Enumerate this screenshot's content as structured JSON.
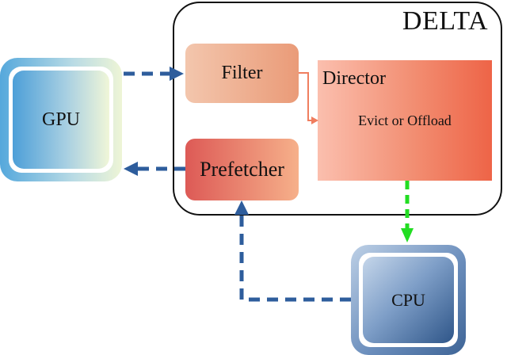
{
  "diagram": {
    "title": "DELTA",
    "nodes": {
      "gpu": "GPU",
      "cpu": "CPU",
      "filter": "Filter",
      "prefetcher": "Prefetcher",
      "director": "Director",
      "director_action": "Evict or Offload"
    },
    "edges": [
      {
        "from": "GPU",
        "to": "Filter",
        "style": "dashed",
        "color": "#2e5d9c"
      },
      {
        "from": "Prefetcher",
        "to": "GPU",
        "style": "dashed",
        "color": "#2e5d9c"
      },
      {
        "from": "Filter",
        "to": "Director",
        "style": "solid",
        "color": "#f07e5f"
      },
      {
        "from": "Director",
        "to": "CPU",
        "style": "dashed",
        "color": "#22dd22"
      },
      {
        "from": "CPU",
        "to": "Prefetcher",
        "style": "dashed",
        "color": "#2e5d9c"
      }
    ]
  },
  "colors": {
    "edge_blue": "#2e5d9c",
    "edge_green": "#22dd22",
    "edge_orange": "#f07e5f"
  }
}
